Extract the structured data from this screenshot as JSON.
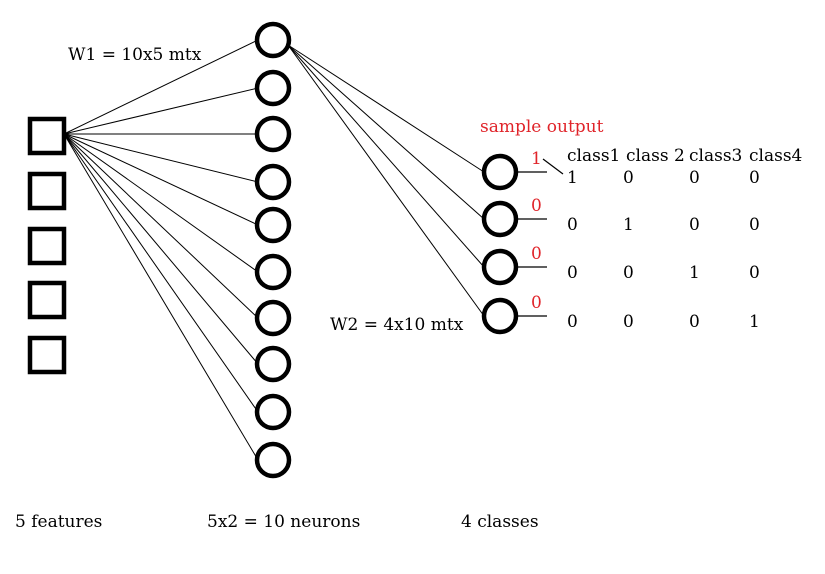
{
  "labels": {
    "w1": "W1 =  10x5 mtx",
    "w2": "W2 = 4x10 mtx",
    "sample_output": "sample output",
    "input_layer": "5 features",
    "hidden_layer": "5x2 = 10 neurons",
    "output_layer": "4 classes"
  },
  "layers": {
    "input_count": 5,
    "hidden_count": 10,
    "output_count": 4
  },
  "class_headers": [
    "class1",
    "class 2",
    "class3",
    "class4"
  ],
  "one_hot_matrix": [
    [
      "1",
      "0",
      "0",
      "0"
    ],
    [
      "0",
      "1",
      "0",
      "0"
    ],
    [
      "0",
      "0",
      "1",
      "0"
    ],
    [
      "0",
      "0",
      "0",
      "1"
    ]
  ],
  "sample_values": [
    "1",
    "0",
    "0",
    "0"
  ],
  "colors": {
    "annotation": "#e0242a",
    "stroke": "#000000"
  }
}
